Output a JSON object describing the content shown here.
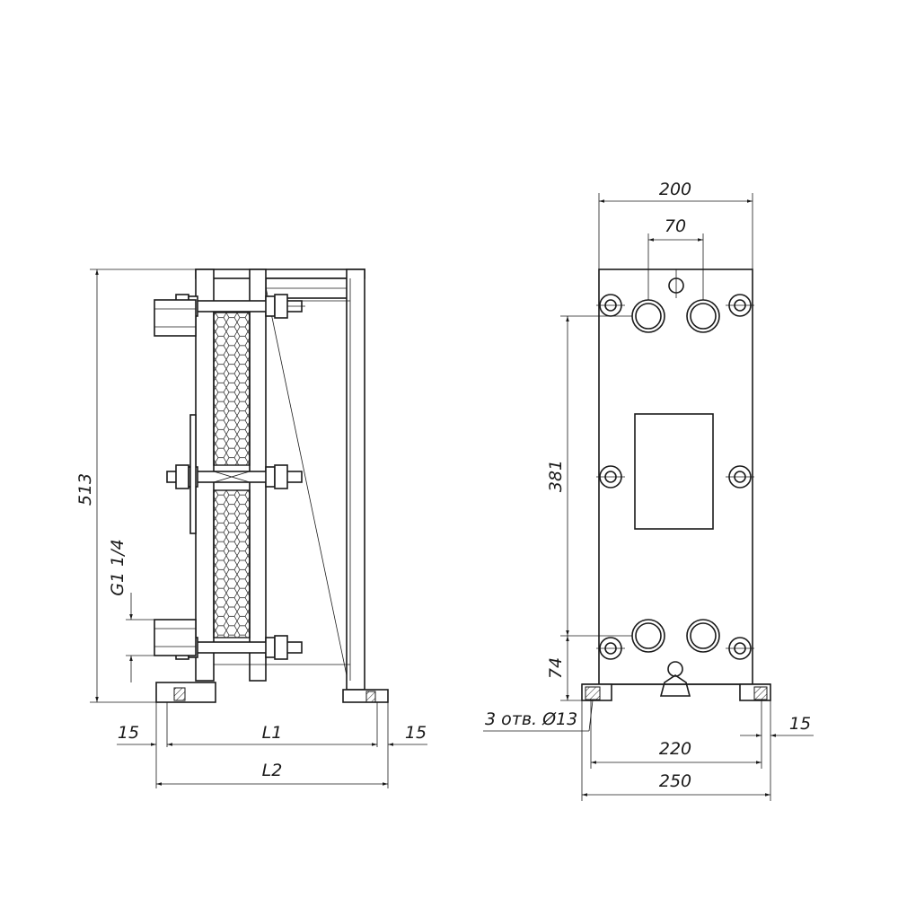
{
  "side_view": {
    "height_dim": "513",
    "port_thread_dim": "G1 1/4",
    "frame_left_offset_dim": "15",
    "frame_right_offset_dim": "15",
    "bolt_length_dim": "L1",
    "total_length_dim": "L2"
  },
  "front_view": {
    "width_dim": "200",
    "port_spacing_dim": "70",
    "port_vertical_dim": "381",
    "bottom_port_height_dim": "74",
    "foot_holes_dim": "3 отв. Ø13",
    "foot_offset_dim": "15",
    "foot_hole_spacing_dim": "220",
    "base_width_dim": "250"
  }
}
